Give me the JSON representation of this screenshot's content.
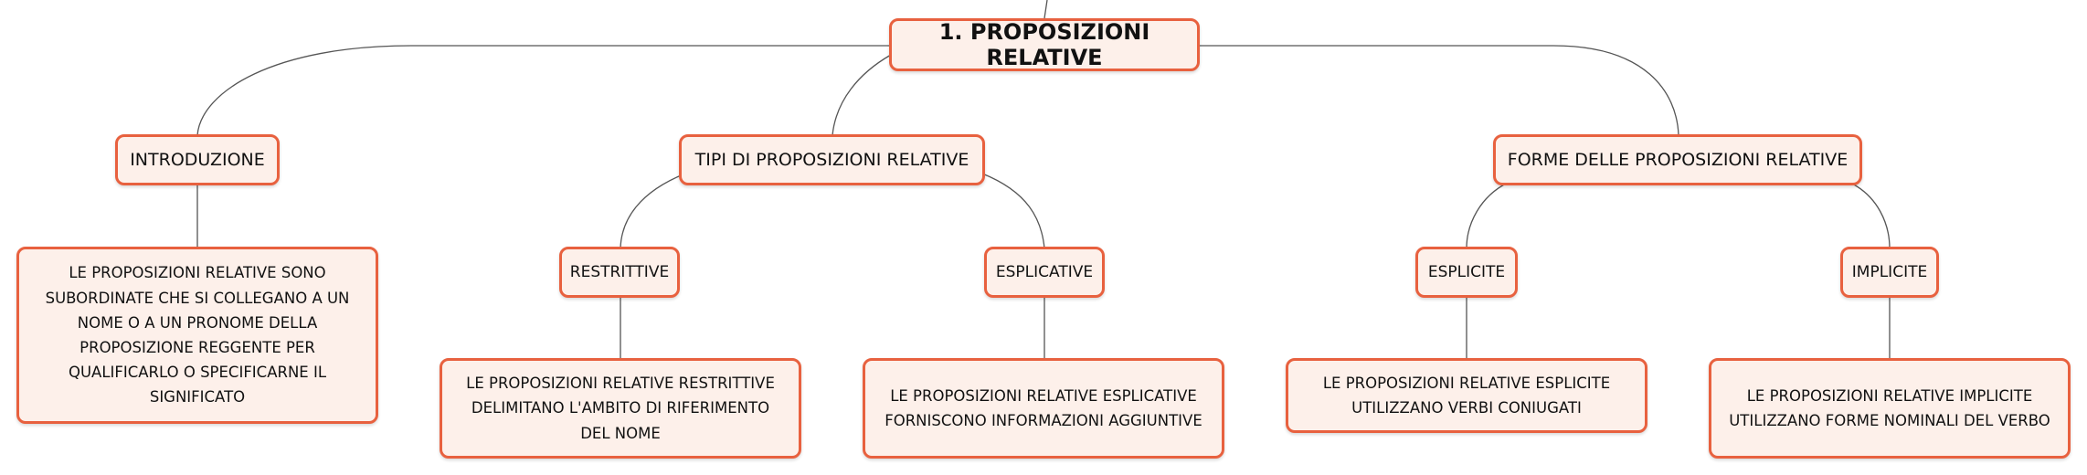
{
  "mindmap": {
    "root": {
      "label": "1. PROPOSIZIONI RELATIVE"
    },
    "introduzione": {
      "label": "INTRODUZIONE",
      "description": "LE PROPOSIZIONI RELATIVE SONO SUBORDINATE CHE SI COLLEGANO A UN NOME O A UN PRONOME DELLA PROPOSIZIONE REGGENTE PER QUALIFICARLO O SPECIFICARNE IL SIGNIFICATO"
    },
    "tipi": {
      "label": "TIPI DI PROPOSIZIONI RELATIVE",
      "restrittive": {
        "label": "RESTRITTIVE",
        "description": "LE PROPOSIZIONI RELATIVE RESTRITTIVE DELIMITANO L'AMBITO DI RIFERIMENTO DEL NOME"
      },
      "esplicative": {
        "label": "ESPLICATIVE",
        "description": "LE PROPOSIZIONI RELATIVE ESPLICATIVE FORNISCONO INFORMAZIONI AGGIUNTIVE"
      }
    },
    "forme": {
      "label": "FORME DELLE PROPOSIZIONI RELATIVE",
      "esplicite": {
        "label": "ESPLICITE",
        "description": "LE PROPOSIZIONI RELATIVE ESPLICITE UTILIZZANO VERBI CONIUGATI"
      },
      "implicite": {
        "label": "IMPLICITE",
        "description": "LE PROPOSIZIONI RELATIVE IMPLICITE UTILIZZANO FORME NOMINALI DEL VERBO"
      }
    }
  },
  "colors": {
    "node_border": "#e8613f",
    "node_fill": "#fdf0ea",
    "connector": "#555555",
    "text": "#111111"
  }
}
